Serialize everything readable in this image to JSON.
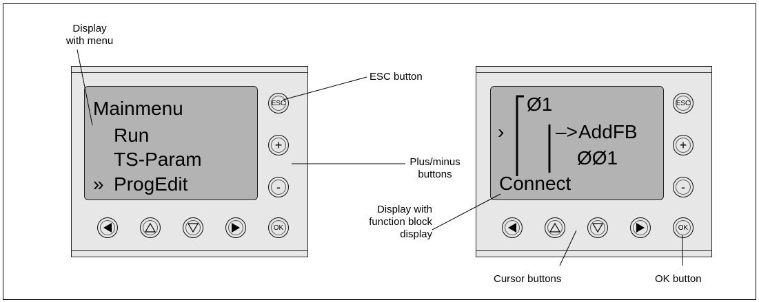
{
  "left_display": {
    "menu_title": "Mainmenu",
    "items": [
      "Run",
      "TS-Param",
      "ProgEdit"
    ],
    "selector": "»"
  },
  "right_display": {
    "top_label": "Ø1",
    "input_marker": "›",
    "block_name": "AddFB",
    "block_arrow": "–>",
    "block_number": "ØØ1",
    "bottom_label": "Connect"
  },
  "buttons": {
    "esc": "ESC",
    "plus": "+",
    "minus": "-",
    "ok": "OK"
  },
  "callouts": {
    "display_with_menu_1": "Display",
    "display_with_menu_2": "with menu",
    "esc_button": "ESC button",
    "plus_minus_1": "Plus/minus",
    "plus_minus_2": "buttons",
    "fb_display_1": "Display with",
    "fb_display_2": "function block",
    "fb_display_3": "display",
    "cursor_buttons": "Cursor buttons",
    "ok_button": "OK button"
  }
}
